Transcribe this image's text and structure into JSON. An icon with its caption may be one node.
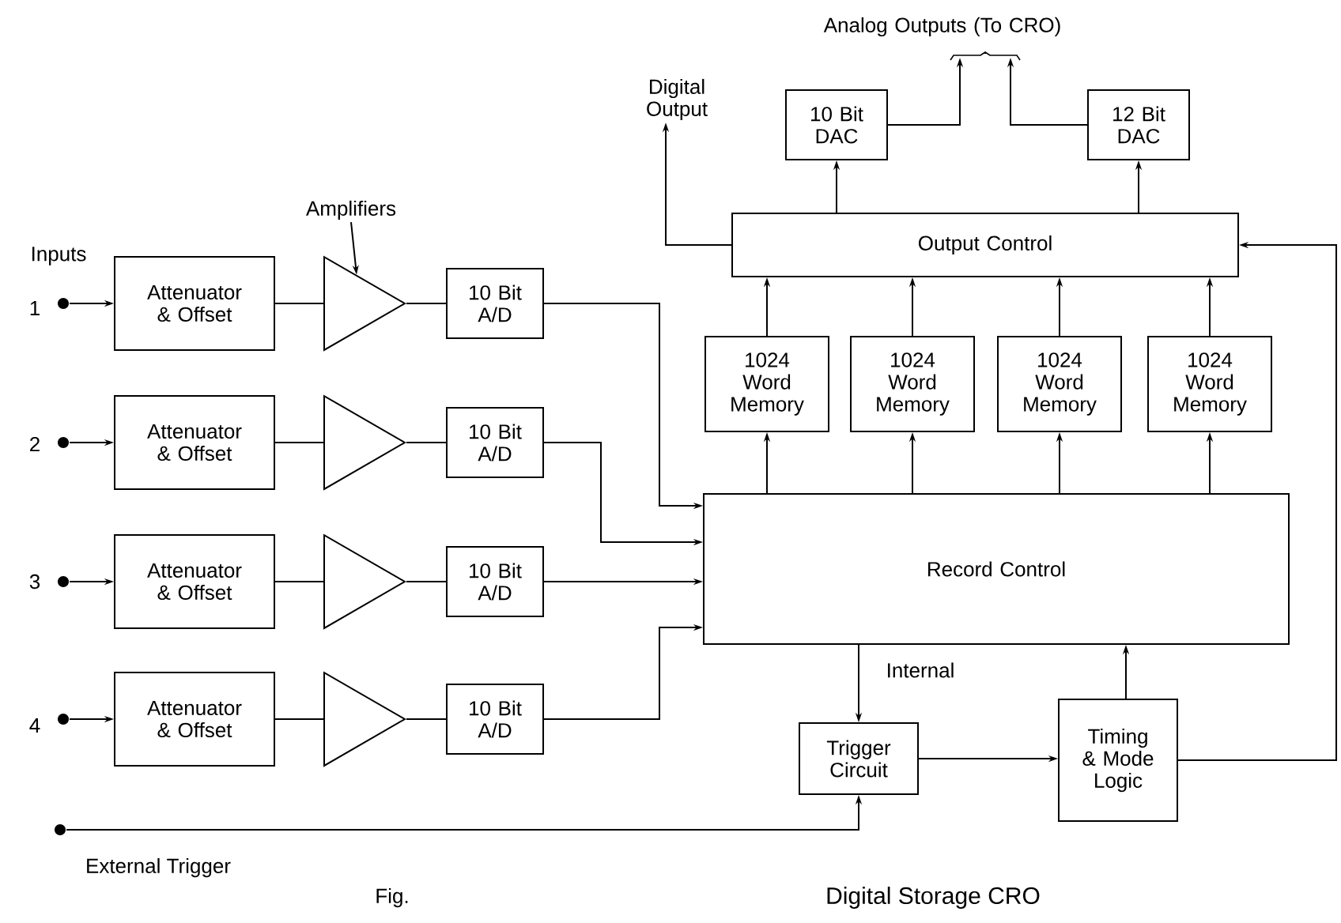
{
  "diagram": {
    "caption": "Digital Storage CRO",
    "nodes": [
      {
        "text": [],
        "shape": "circle",
        "beside": [
          "1"
        ]
      },
      {
        "text": [],
        "shape": "circle",
        "beside": [
          "2"
        ]
      },
      {
        "text": [],
        "shape": "circle",
        "beside": [
          "3"
        ]
      },
      {
        "text": [],
        "shape": "circle",
        "beside": [
          "4"
        ]
      },
      {
        "text": [
          "Attenuator & Offset"
        ]
      },
      {
        "text": [
          "Attenuator & Offset"
        ]
      },
      {
        "text": [
          "Attenuator & Offset"
        ]
      },
      {
        "text": [
          "Attenuator & Offset"
        ]
      },
      {
        "text": [],
        "shape": "triangle"
      },
      {
        "text": [],
        "shape": "triangle"
      },
      {
        "text": [],
        "shape": "triangle"
      },
      {
        "text": [],
        "shape": "triangle"
      },
      {
        "text": [
          "10 Bit A/D"
        ]
      },
      {
        "text": [
          "10 Bit A/D"
        ]
      },
      {
        "text": [
          "10 Bit A/D"
        ]
      },
      {
        "text": [
          "10 Bit A/D"
        ]
      },
      {
        "text": [
          "Record Control"
        ]
      },
      {
        "text": [
          "1024 Word Memory"
        ]
      },
      {
        "text": [
          "1024 Word Memory"
        ]
      },
      {
        "text": [
          "1024 Word Memory"
        ]
      },
      {
        "text": [
          "1024 Word Memory"
        ]
      },
      {
        "text": [
          "Output Control"
        ]
      },
      {
        "text": [
          "10 Bit DAC"
        ]
      },
      {
        "text": [
          "12 Bit DAC"
        ]
      },
      {
        "text": [
          "Digital Output"
        ]
      },
      {
        "text": [
          "Analog Outputs (To CRO)"
        ]
      },
      {
        "text": [
          "Trigger Circuit"
        ]
      },
      {
        "text": [
          "Timing & Mode Logic"
        ]
      },
      {
        "text": [],
        "shape": "circle",
        "beside": [
          "External Trigger"
        ]
      },
      {
        "text": [
          "Amplifiers"
        ]
      }
    ],
    "edges": [
      {
        "from": 0,
        "to": 4,
        "arrow": "to"
      },
      {
        "from": 1,
        "to": 5,
        "arrow": "to"
      },
      {
        "from": 2,
        "to": 6,
        "arrow": "to"
      },
      {
        "from": 3,
        "to": 7,
        "arrow": "to"
      },
      {
        "from": 4,
        "to": 8,
        "arrow": "none"
      },
      {
        "from": 5,
        "to": 9,
        "arrow": "none"
      },
      {
        "from": 6,
        "to": 10,
        "arrow": "none"
      },
      {
        "from": 7,
        "to": 11,
        "arrow": "none"
      },
      {
        "from": 8,
        "to": 12,
        "arrow": "none"
      },
      {
        "from": 9,
        "to": 13,
        "arrow": "none"
      },
      {
        "from": 10,
        "to": 14,
        "arrow": "none"
      },
      {
        "from": 11,
        "to": 15,
        "arrow": "none"
      },
      {
        "from": 12,
        "to": 16,
        "arrow": "to"
      },
      {
        "from": 13,
        "to": 16,
        "arrow": "to"
      },
      {
        "from": 14,
        "to": 16,
        "arrow": "to"
      },
      {
        "from": 15,
        "to": 16,
        "arrow": "to"
      },
      {
        "from": 16,
        "to": 17,
        "arrow": "to"
      },
      {
        "from": 16,
        "to": 18,
        "arrow": "to"
      },
      {
        "from": 16,
        "to": 19,
        "arrow": "to"
      },
      {
        "from": 16,
        "to": 20,
        "arrow": "to"
      },
      {
        "from": 17,
        "to": 21,
        "arrow": "to"
      },
      {
        "from": 18,
        "to": 21,
        "arrow": "to"
      },
      {
        "from": 19,
        "to": 21,
        "arrow": "to"
      },
      {
        "from": 20,
        "to": 21,
        "arrow": "to"
      },
      {
        "from": 21,
        "to": 22,
        "arrow": "to"
      },
      {
        "from": 21,
        "to": 23,
        "arrow": "to"
      },
      {
        "from": 21,
        "to": 24,
        "arrow": "to"
      },
      {
        "from": 22,
        "to": 25,
        "arrow": "to"
      },
      {
        "from": 23,
        "to": 25,
        "arrow": "to"
      },
      {
        "from": 16,
        "to": 26,
        "arrow": "to",
        "label": "Internal"
      },
      {
        "from": 28,
        "to": 26,
        "arrow": "to"
      },
      {
        "from": 26,
        "to": 27,
        "arrow": "to"
      },
      {
        "from": 27,
        "to": 16,
        "arrow": "to"
      },
      {
        "from": 27,
        "to": 21,
        "arrow": "to"
      },
      {
        "from": 29,
        "to": 8,
        "arrow": "to"
      }
    ],
    "labels": [
      "Inputs",
      "Fig."
    ]
  }
}
